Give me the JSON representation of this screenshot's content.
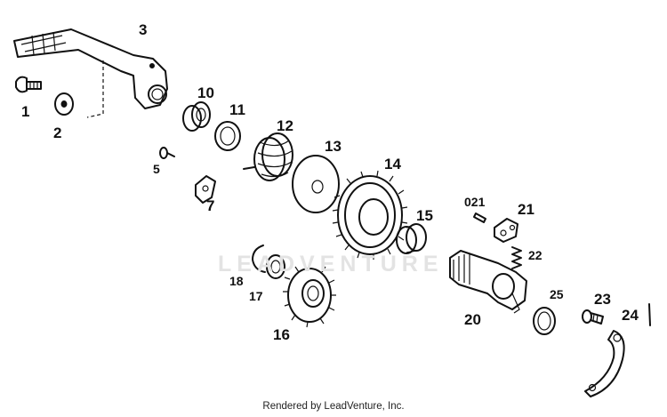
{
  "diagram": {
    "callouts": [
      {
        "id": "c1",
        "text": "1"
      },
      {
        "id": "c2",
        "text": "2"
      },
      {
        "id": "c3",
        "text": "3"
      },
      {
        "id": "c5",
        "text": "5"
      },
      {
        "id": "c7",
        "text": "7"
      },
      {
        "id": "c10",
        "text": "10"
      },
      {
        "id": "c11",
        "text": "11"
      },
      {
        "id": "c12",
        "text": "12"
      },
      {
        "id": "c13",
        "text": "13"
      },
      {
        "id": "c14",
        "text": "14"
      },
      {
        "id": "c15",
        "text": "15"
      },
      {
        "id": "c16",
        "text": "16"
      },
      {
        "id": "c17",
        "text": "17"
      },
      {
        "id": "c18",
        "text": "18"
      },
      {
        "id": "c20",
        "text": "20"
      },
      {
        "id": "c021",
        "text": "021"
      },
      {
        "id": "c21",
        "text": "21"
      },
      {
        "id": "c22",
        "text": "22"
      },
      {
        "id": "c23",
        "text": "23"
      },
      {
        "id": "c24",
        "text": "24"
      },
      {
        "id": "c25",
        "text": "25"
      }
    ],
    "watermark": "LEADVENTURE",
    "credit": "Rendered by LeadVenture, Inc."
  }
}
